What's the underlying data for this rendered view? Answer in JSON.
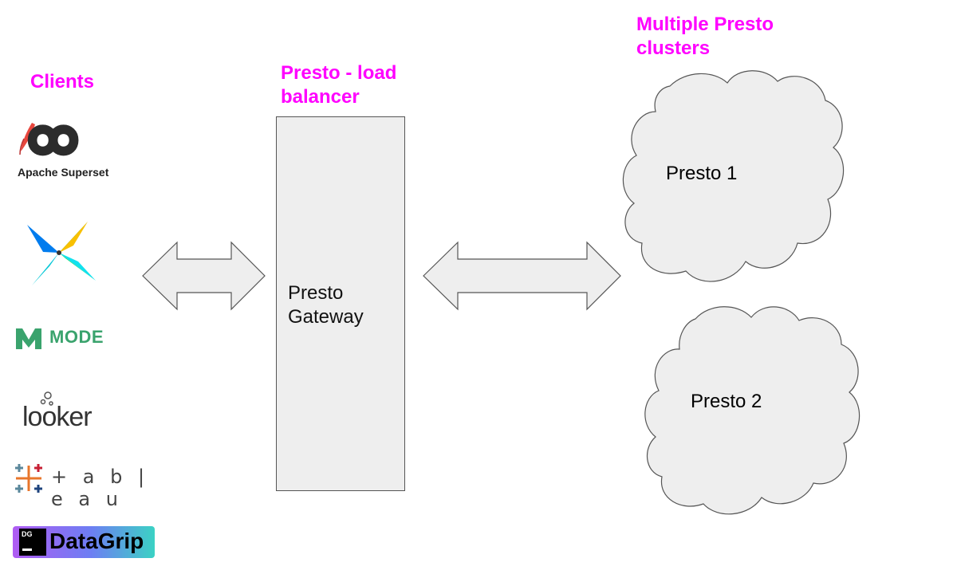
{
  "headings": {
    "clients": "Clients",
    "load_balancer": "Presto - load balancer",
    "clusters": "Multiple Presto clusters"
  },
  "gateway": {
    "label": "Presto Gateway"
  },
  "clusters": [
    {
      "label": "Presto 1"
    },
    {
      "label": "Presto 2"
    }
  ],
  "clients": {
    "superset": "Apache Superset",
    "mode": "MODE",
    "looker": "looker",
    "tableau": "+ a b | e a u",
    "datagrip": "DataGrip",
    "datagrip_small": "DG"
  },
  "colors": {
    "heading": "#ff00ff",
    "shape_fill": "#eeeeee",
    "shape_stroke": "#555555"
  }
}
